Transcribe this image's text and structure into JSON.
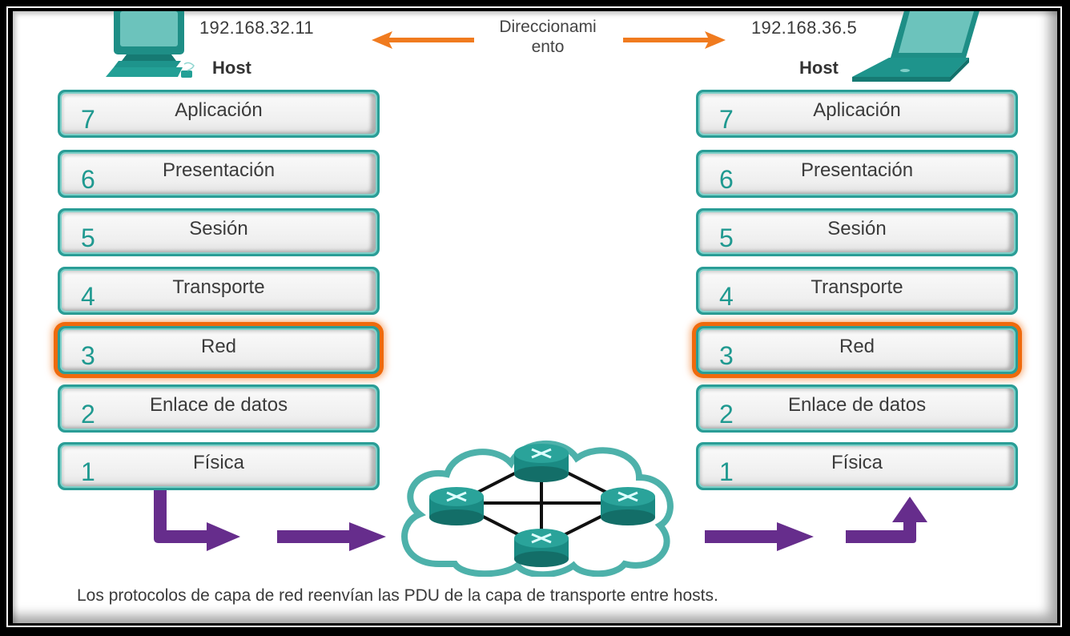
{
  "diagram": {
    "title_center": "Direccionamiento",
    "addressing_label_line1": "Direccionami",
    "addressing_label_line2": "ento",
    "caption": "Los protocolos de capa de red reenvían las PDU de la capa de transporte entre hosts.",
    "colors": {
      "teal": "#2a9d96",
      "highlight_orange": "#ef6a0c",
      "arrow_purple": "#662d8c",
      "text": "#3b3b3b"
    },
    "left_host": {
      "ip": "192.168.32.11",
      "label": "Host",
      "device_icon": "desktop-computer-icon"
    },
    "right_host": {
      "ip": "192.168.36.5",
      "label": "Host",
      "device_icon": "laptop-icon"
    },
    "layers": [
      {
        "number": "7",
        "name": "Aplicación",
        "highlighted": false
      },
      {
        "number": "6",
        "name": "Presentación",
        "highlighted": false
      },
      {
        "number": "5",
        "name": "Sesión",
        "highlighted": false
      },
      {
        "number": "4",
        "name": "Transporte",
        "highlighted": false
      },
      {
        "number": "3",
        "name": "Red",
        "highlighted": true
      },
      {
        "number": "2",
        "name": "Enlace de datos",
        "highlighted": false
      },
      {
        "number": "1",
        "name": "Física",
        "highlighted": false
      }
    ],
    "network_cloud": {
      "icon": "network-cloud-icon",
      "routers": 4,
      "router_icon": "router-icon"
    }
  }
}
